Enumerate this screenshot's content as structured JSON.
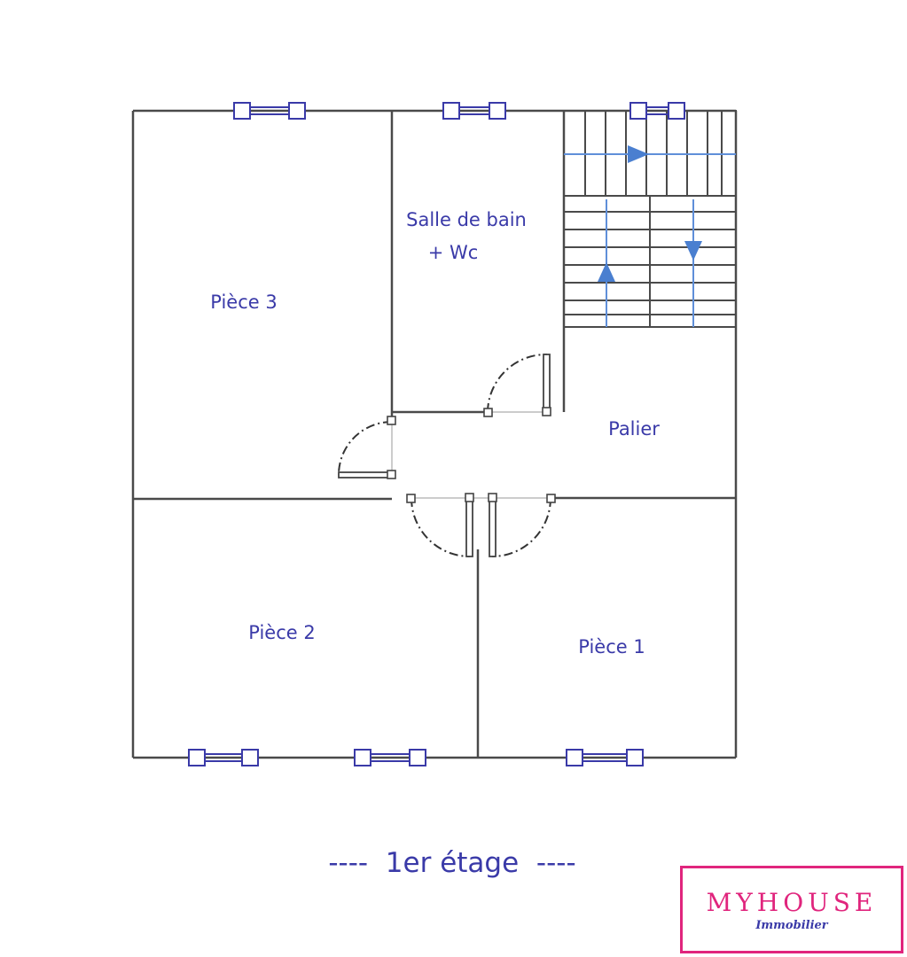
{
  "rooms": {
    "piece_3": "Pièce 3",
    "salle_de_bain_line1": "Salle de bain",
    "salle_de_bain_line2": "+ Wc",
    "palier": "Palier",
    "piece_2": "Pièce 2",
    "piece_1": "Pièce 1"
  },
  "floor_caption": "----  1er étage  ----",
  "logo": {
    "brand": "MYHOUSE",
    "subtitle": "Immobilier"
  },
  "colors": {
    "label": "#3a3aa8",
    "logo_accent": "#e0257d",
    "stair_arrow": "#4a7fd0"
  }
}
